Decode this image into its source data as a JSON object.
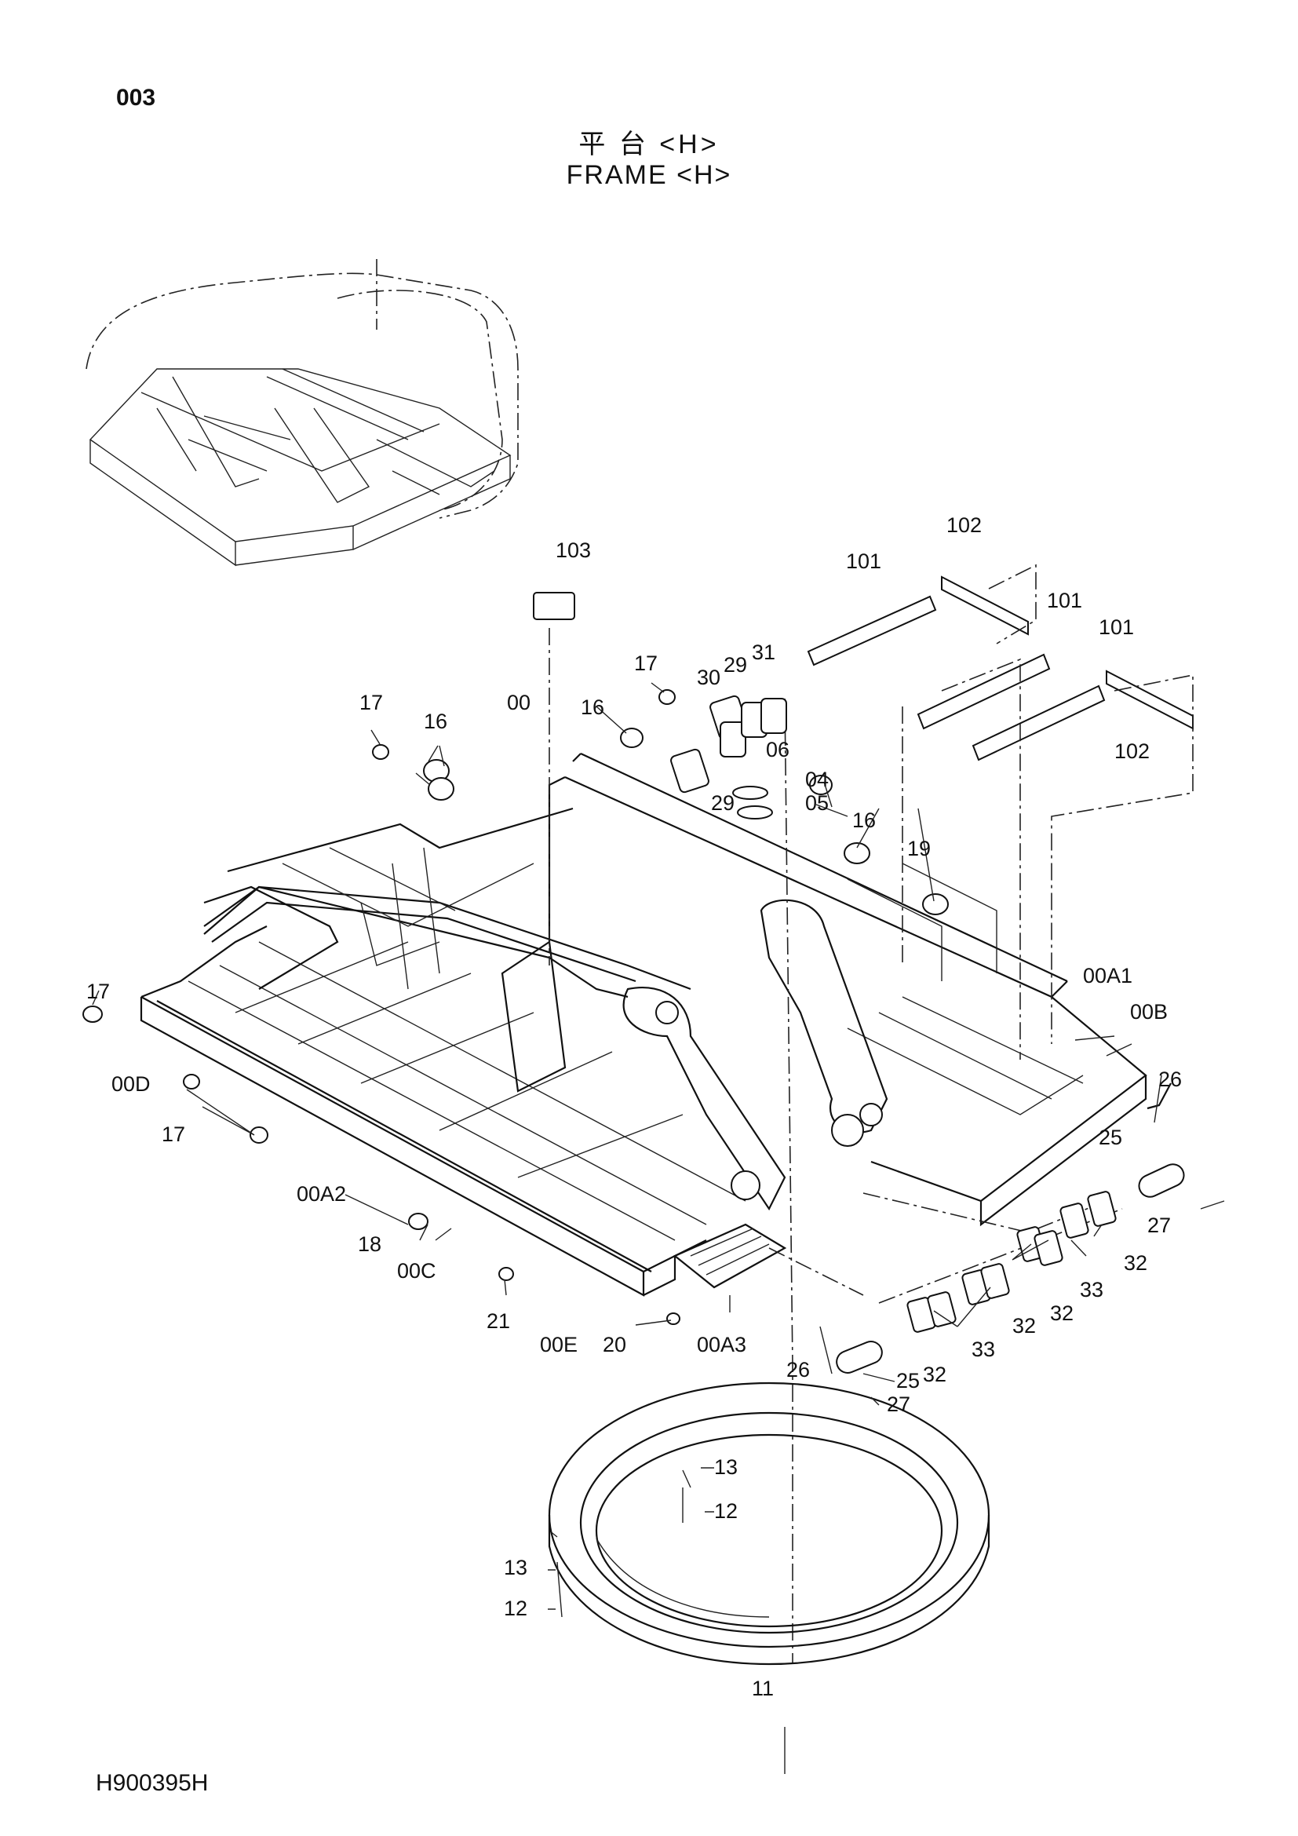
{
  "header": {
    "page_code": "003",
    "title_zh": "平 台 <H>",
    "title_en": "FRAME <H>"
  },
  "footer": {
    "drawing_code": "H900395H"
  },
  "callouts": {
    "c103": "103",
    "c101a": "101",
    "c102a": "102",
    "c101b": "101",
    "c101c": "101",
    "c102b": "102",
    "c17a": "17",
    "c16a": "16",
    "c00": "00",
    "c17b": "17",
    "c16b": "16",
    "c30": "30",
    "c29a": "29",
    "c31": "31",
    "c06": "06",
    "c29b": "29",
    "c04": "04",
    "c05": "05",
    "c16c": "16",
    "c19": "19",
    "c17c": "17",
    "c00D": "00D",
    "c17d": "17",
    "c00A1": "00A1",
    "c00B": "00B",
    "c26a": "26",
    "c25a": "25",
    "c27a": "27",
    "c00A2": "00A2",
    "c18": "18",
    "c00C": "00C",
    "c21": "21",
    "c00E": "00E",
    "c20": "20",
    "c00A3": "00A3",
    "c32a": "32",
    "c33a": "33",
    "c32b": "32",
    "c32c": "32",
    "c33b": "33",
    "c32d": "32",
    "c26b": "26",
    "c25b": "25",
    "c27b": "27",
    "c13a": "13",
    "c12a": "12",
    "c13b": "13",
    "c12b": "12",
    "c11": "11"
  }
}
